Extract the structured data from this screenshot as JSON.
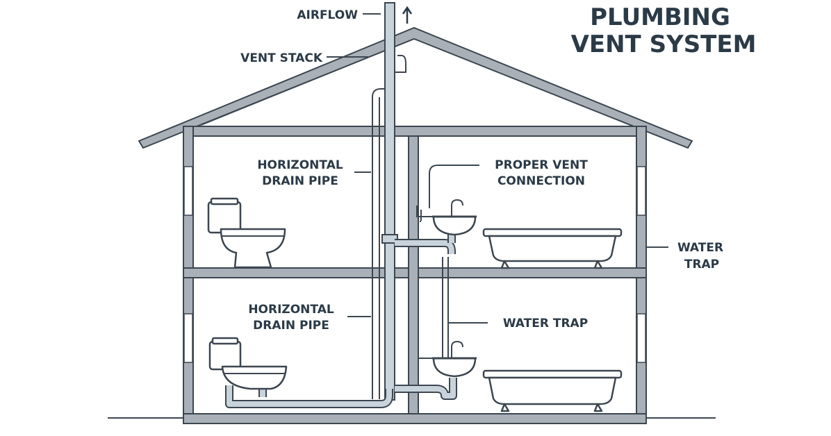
{
  "title": {
    "line1": "PLUMBING",
    "line2": "VENT SYSTEM"
  },
  "labels": {
    "airflow": "AIRFLOW",
    "vent_stack": "VENT STACK",
    "horizontal_drain_upper_1": "HORIZONTAL",
    "horizontal_drain_upper_2": "DRAIN PIPE",
    "proper_vent_1": "PROPER VENT",
    "proper_vent_2": "CONNECTION",
    "water_trap_right_1": "WATER",
    "water_trap_right_2": "TRAP",
    "horizontal_drain_lower_1": "HORIZONTAL",
    "horizontal_drain_lower_2": "DRAIN PIPE",
    "water_trap_lower": "WATER TRAP"
  },
  "icons": {
    "airflow_arrow": "up-arrow-icon",
    "toilet": "toilet-icon",
    "sink": "sink-icon",
    "bathtub": "bathtub-icon"
  },
  "colors": {
    "ink": "#2b3a47",
    "wall": "#a9b0b8",
    "pipe": "#c9d3dc"
  }
}
